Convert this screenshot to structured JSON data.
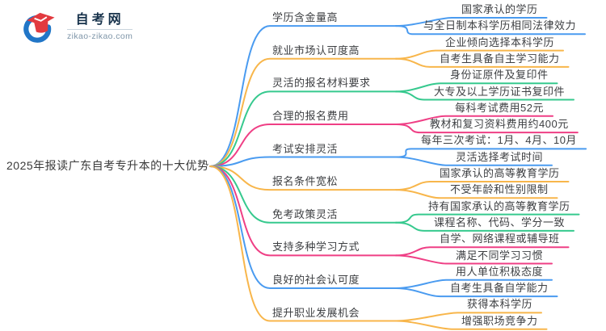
{
  "logo": {
    "title": "自考网",
    "domain": "zikao-zikao.com"
  },
  "center": {
    "label": "2025年报读广东自考专升本的十大优势"
  },
  "palette": {
    "blue": "#4a9bf0",
    "orange": "#f8b64b",
    "green": "#36c98e",
    "pink": "#ef3f85",
    "logo_blue": "#2176c7",
    "logo_red": "#e23a3f",
    "text": "#3d3f42"
  },
  "branches": [
    {
      "label": "学历含金量高",
      "color": "blue",
      "children": [
        "国家承认的学历",
        "与全日制本科学历相同法律效力"
      ]
    },
    {
      "label": "就业市场认可度高",
      "color": "orange",
      "children": [
        "企业倾向选择本科学历",
        "自考生具备自主学习能力"
      ]
    },
    {
      "label": "灵活的报名材料要求",
      "color": "green",
      "children": [
        "身份证原件及复印件",
        "大专及以上学历证书复印件"
      ]
    },
    {
      "label": "合理的报名费用",
      "color": "pink",
      "children": [
        "每科考试费用52元",
        "教材和复习资料费用约400元"
      ]
    },
    {
      "label": "考试安排灵活",
      "color": "blue",
      "children": [
        "每年三次考试：1月、4月、10月",
        "灵活选择考试时间"
      ]
    },
    {
      "label": "报名条件宽松",
      "color": "orange",
      "children": [
        "国家承认的高等教育学历",
        "不受年龄和性别限制"
      ]
    },
    {
      "label": "免考政策灵活",
      "color": "green",
      "children": [
        "持有国家承认的高等教育学历",
        "课程名称、代码、学分一致"
      ]
    },
    {
      "label": "支持多种学习方式",
      "color": "pink",
      "children": [
        "自学、网络课程或辅导班",
        "满足不同学习习惯"
      ]
    },
    {
      "label": "良好的社会认可度",
      "color": "blue",
      "children": [
        "用人单位积极态度",
        "自考生具备自学能力"
      ]
    },
    {
      "label": "提升职业发展机会",
      "color": "orange",
      "children": [
        "获得本科学历",
        "增强职场竞争力"
      ]
    }
  ]
}
